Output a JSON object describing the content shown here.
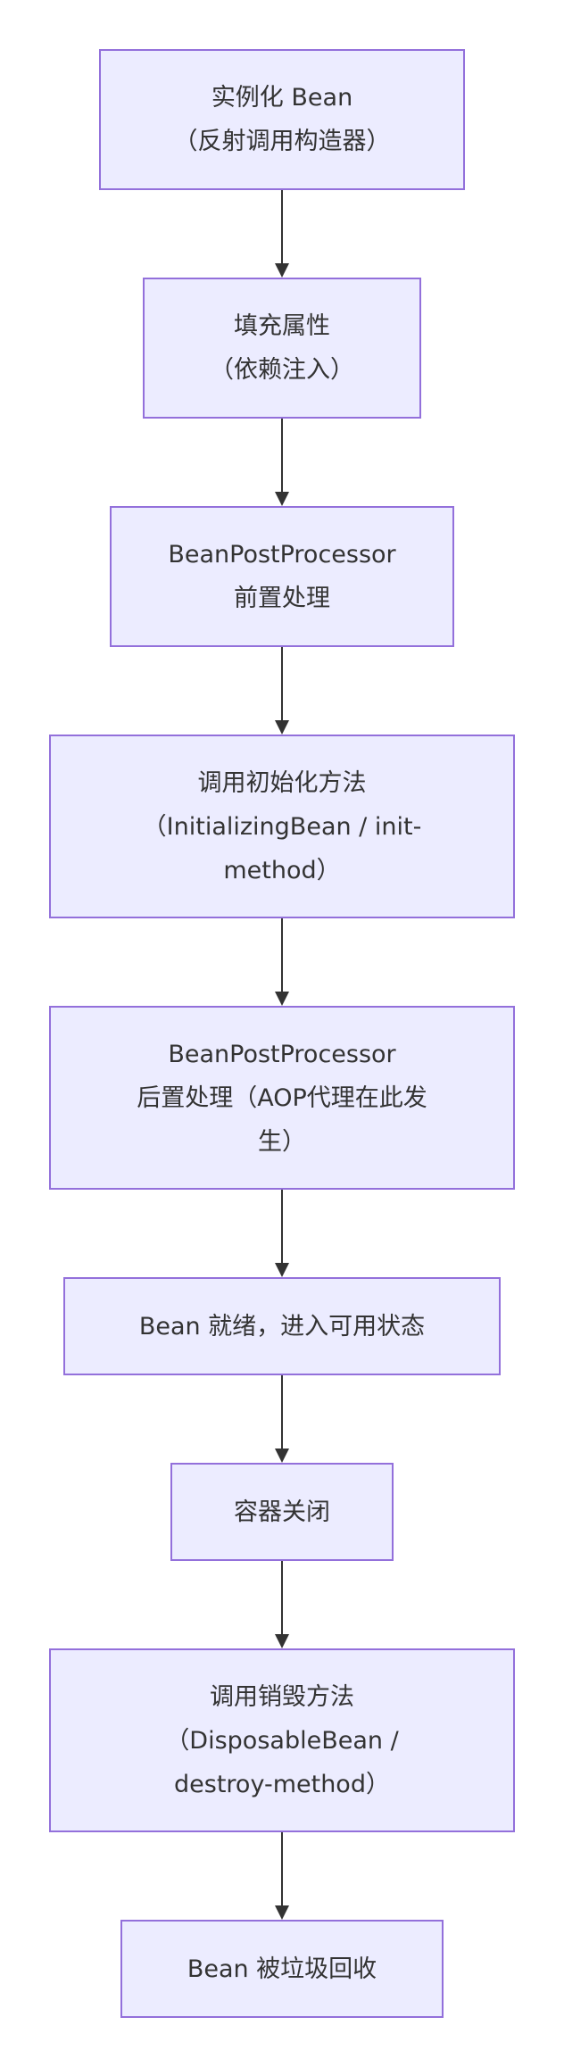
{
  "diagram": {
    "type": "flowchart",
    "direction": "top-down",
    "colors": {
      "node_fill": "#ECECFF",
      "node_border": "#9370DB",
      "text": "#333333",
      "edge": "#333333"
    },
    "nodes": [
      {
        "id": "instantiate",
        "label": "实例化 Bean\n（反射调用构造器）"
      },
      {
        "id": "populate",
        "label": "填充属性\n（依赖注入）"
      },
      {
        "id": "bpp_before",
        "label": "BeanPostProcessor\n前置处理"
      },
      {
        "id": "init",
        "label": "调用初始化方法\n（InitializingBean / init-\nmethod）"
      },
      {
        "id": "bpp_after",
        "label": "BeanPostProcessor\n后置处理（AOP代理在此发\n生）"
      },
      {
        "id": "ready",
        "label": "Bean 就绪，进入可用状态"
      },
      {
        "id": "close",
        "label": "容器关闭"
      },
      {
        "id": "destroy",
        "label": "调用销毁方法\n（DisposableBean /\ndestroy-method）"
      },
      {
        "id": "gc",
        "label": "Bean 被垃圾回收"
      }
    ],
    "edges": [
      {
        "from": "instantiate",
        "to": "populate"
      },
      {
        "from": "populate",
        "to": "bpp_before"
      },
      {
        "from": "bpp_before",
        "to": "init"
      },
      {
        "from": "init",
        "to": "bpp_after"
      },
      {
        "from": "bpp_after",
        "to": "ready"
      },
      {
        "from": "ready",
        "to": "close"
      },
      {
        "from": "close",
        "to": "destroy"
      },
      {
        "from": "destroy",
        "to": "gc"
      }
    ]
  }
}
